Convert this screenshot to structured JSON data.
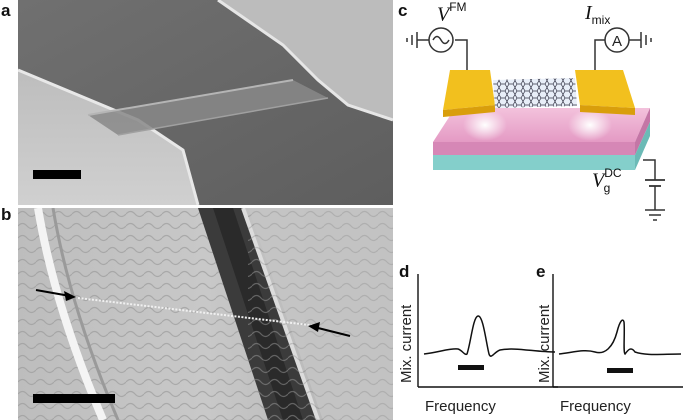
{
  "panels": {
    "a": {
      "label": "a"
    },
    "b": {
      "label": "b"
    },
    "c": {
      "label": "c"
    },
    "d": {
      "label": "d",
      "xlabel": "Frequency",
      "ylabel": "Mix. current"
    },
    "e": {
      "label": "e",
      "xlabel": "Frequency",
      "ylabel": "Mix. current"
    }
  },
  "schematic": {
    "source_symbol": "V",
    "source_sup": "FM",
    "current_symbol": "I",
    "current_sub": "mix",
    "meter_label": "A",
    "gate_symbol": "V",
    "gate_sup": "DC",
    "gate_sub": "g"
  },
  "colors": {
    "contact": "#f2c01e",
    "substrate_top": "#e6a0c8",
    "substrate_bottom": "#7fd0cc",
    "wire": "#333333"
  }
}
